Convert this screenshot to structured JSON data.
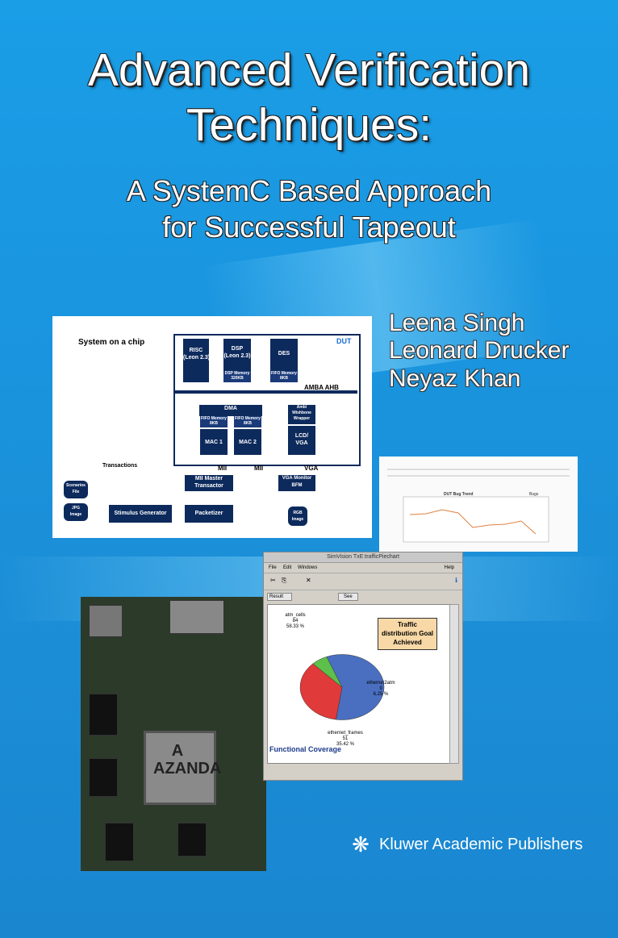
{
  "title": {
    "line1": "Advanced Verification",
    "line2": "Techniques:"
  },
  "subtitle": {
    "line1": "A SystemC Based Approach",
    "line2": "for Successful Tapeout"
  },
  "authors": [
    "Leena Singh",
    "Leonard Drucker",
    "Neyaz Khan"
  ],
  "diagram": {
    "heading": "System on a chip",
    "dut": "DUT",
    "bus": "AMBA AHB",
    "risc": "RISC\n(Leon 2.3)",
    "dsp": "DSP\n(Leon 2.3)",
    "dsp_mem": "DSP Memory\n320KB",
    "des": "DES",
    "des_mem": "FIFO Memory\n8KB",
    "dma": "DMA",
    "fifo1": "FIFO Memory\n8KB",
    "fifo2": "FIFO Memory\n8KB",
    "mac1": "MAC 1",
    "mac2": "MAC 2",
    "wrapper": "Amb/\nWishbone\nWrapper",
    "lcd": "LCD/\nVGA",
    "mii1": "MII",
    "mii2": "MII",
    "vga": "VGA",
    "transactions": "Transactions",
    "mii_master": "MII Master\nTransactor",
    "vga_monitor": "VGA Monitor\nBFM",
    "rgb": "RGB\nImage",
    "scenarios": "Scenarios\nFile",
    "jpg": "JPG\nImage",
    "stim": "Stimulus Generator",
    "packetizer": "Packetizer"
  },
  "bug_chart": {
    "title": "DUT Bug Trend",
    "legend": "Bugs"
  },
  "window": {
    "title": "SimVision TxE:trafficPiechart",
    "menu": [
      "File",
      "Edit",
      "Windows"
    ],
    "help": "Help",
    "result": "Result",
    "see": "See",
    "callout": "Traffic\ndistribution Goal\nAchieved",
    "footer": "Functional Coverage"
  },
  "chart_data": {
    "type": "pie",
    "title": "",
    "categories": [
      "atm_cells",
      "ethernet_frames",
      "ethernet2atm"
    ],
    "values": [
      84,
      51,
      9
    ],
    "percent_labels": [
      "58.33 %",
      "35.42 %",
      "6.25 %"
    ],
    "colors": [
      "#4a6fc0",
      "#e03a3a",
      "#5cc04a"
    ]
  },
  "chip_label": "A\nAZANDA",
  "publisher": "Kluwer Academic Publishers"
}
